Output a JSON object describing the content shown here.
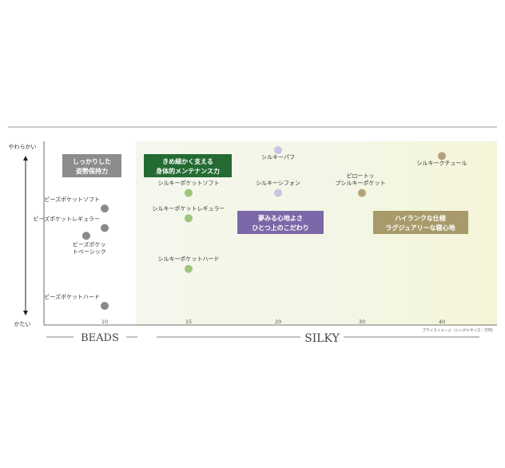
{
  "chart_data": {
    "type": "scatter",
    "x_ticks": [
      10,
      15,
      20,
      30,
      40
    ],
    "y_top_label": "やわらかい",
    "y_bottom_label": "かたい",
    "price_note": "プライスイメージ（シングルサイズ／万円）",
    "categories": {
      "beads": "BEADS",
      "silky": "SILKY"
    },
    "colors": {
      "beads_point": "#8a8a8a",
      "standard_point": "#9dc57c",
      "premium_point": "#c9c4e4",
      "luxury_point": "#b4a27c",
      "silky_region_start": "#f4f7ec",
      "silky_region_end": "#f4f5d8"
    },
    "points": [
      {
        "name": "ビーズポケットソフト",
        "x": 10,
        "y": 6.0,
        "group": "beads"
      },
      {
        "name": "ビーズポケットレギュラー",
        "x": 10,
        "y": 5.0,
        "group": "beads"
      },
      {
        "name": "ビーズポケットベーシック",
        "x": 8.9,
        "y": 4.6,
        "group": "beads"
      },
      {
        "name": "ビーズポケットハード",
        "x": 10,
        "y": 1.0,
        "group": "beads"
      },
      {
        "name": "シルキーポケットソフト",
        "x": 15,
        "y": 6.8,
        "group": "standard"
      },
      {
        "name": "シルキーポケットレギュラー",
        "x": 15,
        "y": 5.5,
        "group": "standard"
      },
      {
        "name": "シルキーポケットハード",
        "x": 15,
        "y": 2.9,
        "group": "standard"
      },
      {
        "name": "シルキーパフ",
        "x": 20,
        "y": 9.0,
        "group": "premium"
      },
      {
        "name": "シルキーシフォン",
        "x": 20,
        "y": 6.8,
        "group": "premium"
      },
      {
        "name": "ピロートップシルキーポケット",
        "x": 30,
        "y": 6.8,
        "group": "luxury"
      },
      {
        "name": "シルキークチュール",
        "x": 40,
        "y": 8.7,
        "group": "luxury"
      }
    ],
    "callouts": [
      {
        "lines": [
          "しっかりした",
          "姿勢保持力"
        ],
        "color": "#8c8c8c"
      },
      {
        "lines": [
          "きめ細かく支える",
          "身体的メンテナンス力"
        ],
        "color": "#236b32"
      },
      {
        "lines": [
          "夢みる心地よさ",
          "ひとつ上のこだわり"
        ],
        "color": "#7c68a8"
      },
      {
        "lines": [
          "ハイランクな仕様",
          "ラグジュアリーな寝心地"
        ],
        "color": "#a89a6a"
      }
    ]
  }
}
